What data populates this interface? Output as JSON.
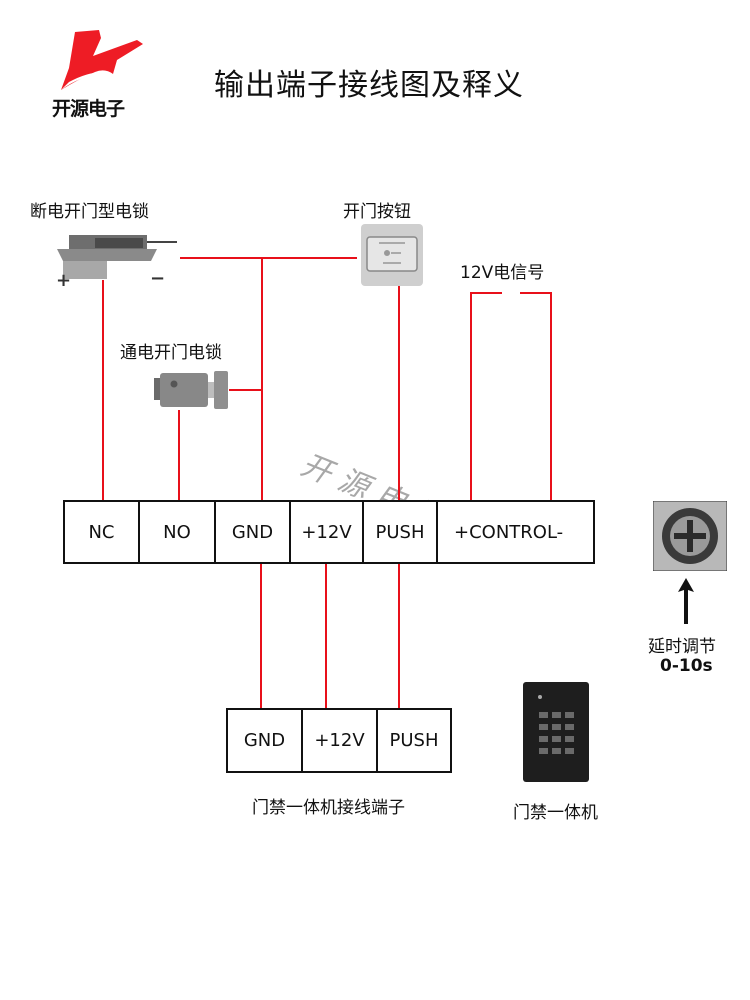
{
  "header": {
    "logo_text": "开源电子",
    "title": "输出端子接线图及释义"
  },
  "components": {
    "fail_secure_lock_label": "断电开门型电锁",
    "fail_secure_lock_plus": "+",
    "fail_secure_lock_minus": "−",
    "exit_button_label": "开门按钮",
    "signal_label": "12V电信号",
    "fail_safe_lock_label": "通电开门电锁"
  },
  "watermark": "开源电子",
  "main_terminal": {
    "cells": [
      "NC",
      "NO",
      "GND",
      "+12V",
      "PUSH",
      "+CONTROL-"
    ]
  },
  "delay_adjust": {
    "label_line1": "延时调节",
    "label_line2": "0-10s"
  },
  "access_terminal": {
    "cells": [
      "GND",
      "+12V",
      "PUSH"
    ],
    "caption": "门禁一体机接线端子"
  },
  "access_device": {
    "caption": "门禁一体机"
  },
  "colors": {
    "wire": "#e8101a",
    "logo": "#ee1c25"
  }
}
